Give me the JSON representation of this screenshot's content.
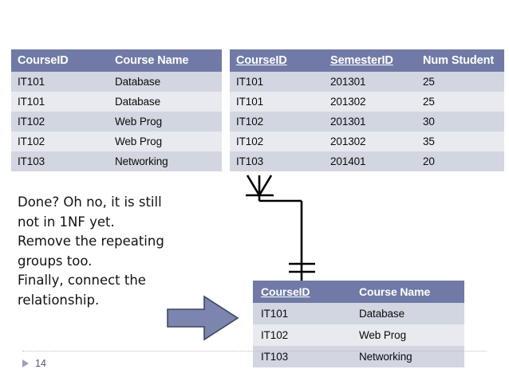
{
  "slide": {
    "page_number": "14",
    "page_marker_icon": "triangle-right-icon"
  },
  "narration": {
    "lines": [
      "Done? Oh no, it is still",
      "not in 1NF yet.",
      "Remove the repeating",
      "groups too.",
      "Finally, connect the",
      "relationship."
    ]
  },
  "tables": {
    "course_duplicated": {
      "name": "Course table with duplicates",
      "headers": [
        {
          "label": "CourseID",
          "underlined": false
        },
        {
          "label": "Course Name",
          "underlined": false
        }
      ],
      "rows": [
        [
          "IT101",
          "Database"
        ],
        [
          "IT101",
          "Database"
        ],
        [
          "IT102",
          "Web Prog"
        ],
        [
          "IT102",
          "Web Prog"
        ],
        [
          "IT103",
          "Networking"
        ]
      ]
    },
    "enrolment": {
      "name": "Enrolment table",
      "headers": [
        {
          "label": "CourseID",
          "underlined": true
        },
        {
          "label": "SemesterID",
          "underlined": true
        },
        {
          "label": "Num Student",
          "underlined": false
        }
      ],
      "rows": [
        [
          "IT101",
          "201301",
          "25"
        ],
        [
          "IT101",
          "201302",
          "25"
        ],
        [
          "IT102",
          "201301",
          "30"
        ],
        [
          "IT102",
          "201302",
          "35"
        ],
        [
          "IT103",
          "201401",
          "20"
        ]
      ]
    },
    "course_1nf": {
      "name": "Course table in 1NF",
      "headers": [
        {
          "label": "CourseID",
          "underlined": true
        },
        {
          "label": "Course Name",
          "underlined": false
        }
      ],
      "rows": [
        [
          "IT101",
          "Database"
        ],
        [
          "IT102",
          "Web Prog"
        ],
        [
          "IT103",
          "Networking"
        ]
      ]
    }
  },
  "connector": {
    "name": "crows-foot-relationship",
    "many_end": "crows-foot-many",
    "one_end": "double-bar-one"
  },
  "arrow": {
    "name": "block-arrow-right"
  },
  "colors": {
    "header_fill": "#717aa6",
    "row_odd": "#d2d6e0",
    "row_even": "#e9eaef",
    "arrow_fill": "#7b85ad",
    "arrow_stroke": "#3e4764",
    "text": "#121212",
    "footer_rule": "#b9bcc6",
    "page_number": "#54596b"
  }
}
